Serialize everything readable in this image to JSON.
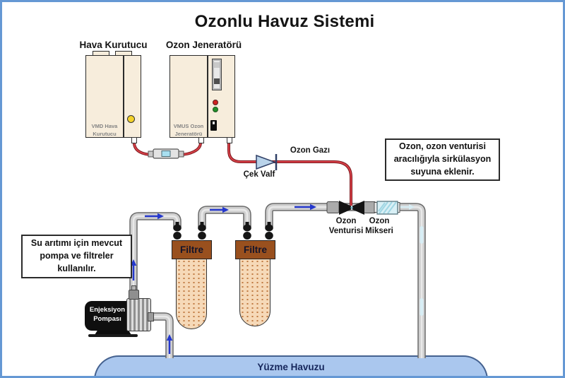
{
  "title": "Ozonlu Havuz Sistemi",
  "air_dryer": {
    "title": "Hava Kurutucu",
    "model_line1": "VMD Hava",
    "model_line2": "Kurutucu"
  },
  "ozone_generator": {
    "title": "Ozon Jeneratörü",
    "model_line1": "VMUS Ozon",
    "model_line2": "Jeneratörü"
  },
  "labels": {
    "ozone_gas": "Ozon Gazı",
    "check_valve": "Çek Valf",
    "venturi_line1": "Ozon",
    "venturi_line2": "Venturisi",
    "mixer_line1": "Ozon",
    "mixer_line2": "Mikseri"
  },
  "notes": {
    "right": {
      "line1": "Ozon, ozon venturisi",
      "line2": "aracılığıyla sirkülasyon",
      "line3": "suyuna eklenir."
    },
    "left": {
      "line1": "Su arıtımı için mevcut",
      "line2": "pompa ve filtreler",
      "line3": "kullanılır."
    }
  },
  "filters": [
    {
      "label": "Filtre"
    },
    {
      "label": "Filtre"
    }
  ],
  "pump": {
    "line1": "Enjeksiyon",
    "line2": "Pompası"
  },
  "pool": {
    "label": "Yüzme Havuzu"
  },
  "colors": {
    "frame_blue": "#6598d4",
    "ozone_tube_red": "#d84048",
    "pipe_gray": "#cfcfcf",
    "flow_arrow_blue": "#2538cc",
    "treated_flow_pale": "#d8eef5",
    "device_cream": "#f7eddc",
    "filter_cap_brown": "#99501e",
    "filter_body_tan": "#f6d9b8",
    "pool_blue": "#aac7ee",
    "indicator_yellow": "#f4d22a",
    "led_red": "#cf2020",
    "led_green": "#1f8f2a"
  }
}
